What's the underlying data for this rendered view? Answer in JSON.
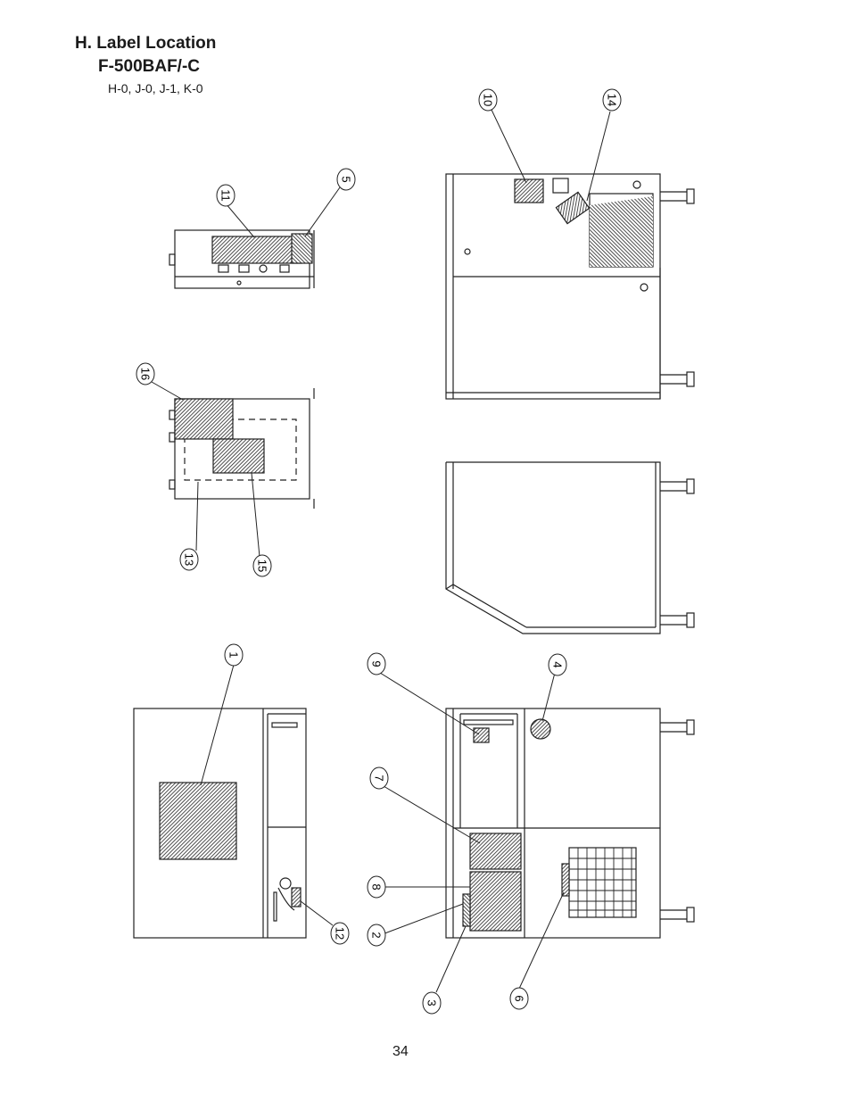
{
  "header": {
    "title": "H. Label Location",
    "model": "F-500BAF/-C",
    "variants": "H-0, J-0, J-1, K-0"
  },
  "page_number": "34",
  "callouts": [
    "1",
    "2",
    "3",
    "4",
    "5",
    "6",
    "7",
    "8",
    "9",
    "10",
    "11",
    "12",
    "13",
    "14",
    "15",
    "16"
  ]
}
